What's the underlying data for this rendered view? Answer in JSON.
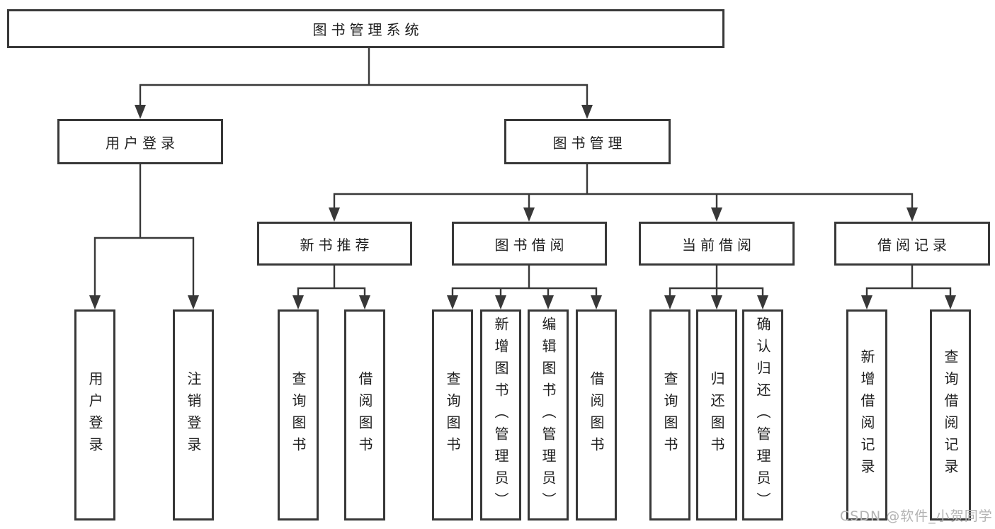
{
  "tree": {
    "label": "图书管理系统",
    "children": [
      {
        "label": "用户登录",
        "children": [
          {
            "label": "用户登录"
          },
          {
            "label": "注销登录"
          }
        ]
      },
      {
        "label": "图书管理",
        "children": [
          {
            "label": "新书推荐",
            "children": [
              {
                "label": "查询图书"
              },
              {
                "label": "借阅图书"
              }
            ]
          },
          {
            "label": "图书借阅",
            "children": [
              {
                "label": "查询图书"
              },
              {
                "label": "新增图书（管理员）"
              },
              {
                "label": "编辑图书（管理员）"
              },
              {
                "label": "借阅图书"
              }
            ]
          },
          {
            "label": "当前借阅",
            "children": [
              {
                "label": "查询图书"
              },
              {
                "label": "归还图书"
              },
              {
                "label": "确认归还（管理员）"
              }
            ]
          },
          {
            "label": "借阅记录",
            "children": [
              {
                "label": "新增借阅记录"
              },
              {
                "label": "查询借阅记录"
              }
            ]
          }
        ]
      }
    ]
  },
  "watermark": {
    "text": "CSDN @软件_小贺同学"
  },
  "colors": {
    "line": "#383838",
    "text": "#1e1e1e",
    "watermark": "#b3b3b3",
    "background": "#ffffff"
  }
}
